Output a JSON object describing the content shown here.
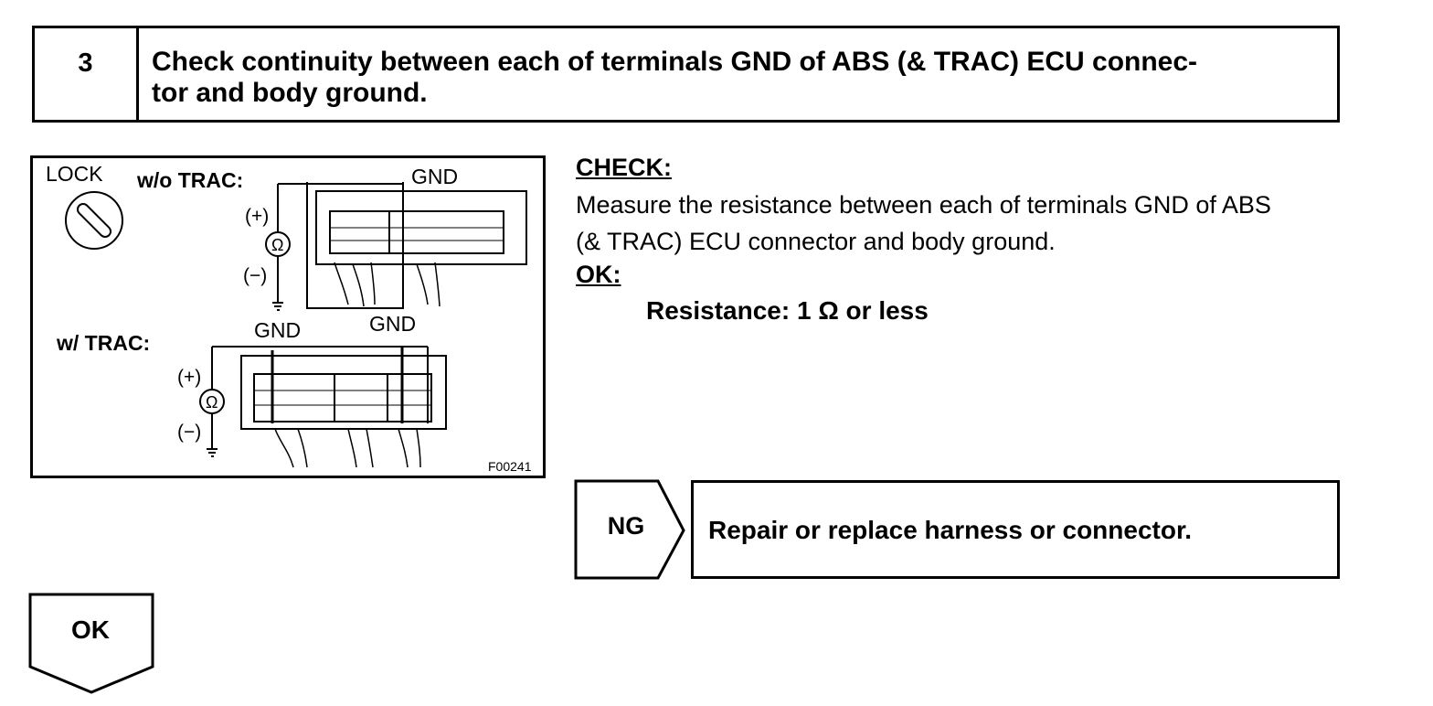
{
  "step": {
    "number": "3",
    "title_line1": "Check continuity between each of terminals GND of ABS (& TRAC) ECU connec-",
    "title_line2": "tor and body ground."
  },
  "figure": {
    "lock_label": "LOCK",
    "wo_trac_label": "w/o TRAC:",
    "w_trac_label": "w/ TRAC:",
    "gnd_label": "GND",
    "plus_label": "(+)",
    "minus_label": "(−)",
    "ohm_symbol": "Ω",
    "figure_code": "F00241"
  },
  "check": {
    "label": "CHECK:",
    "line1": "Measure the resistance between each of terminals GND of ABS",
    "line2": "(& TRAC) ECU connector and body ground.",
    "ok_label": "OK:",
    "spec": "Resistance: 1 Ω or less"
  },
  "ng": {
    "label": "NG",
    "result": "Repair or replace harness or connector."
  },
  "ok": {
    "label": "OK"
  }
}
